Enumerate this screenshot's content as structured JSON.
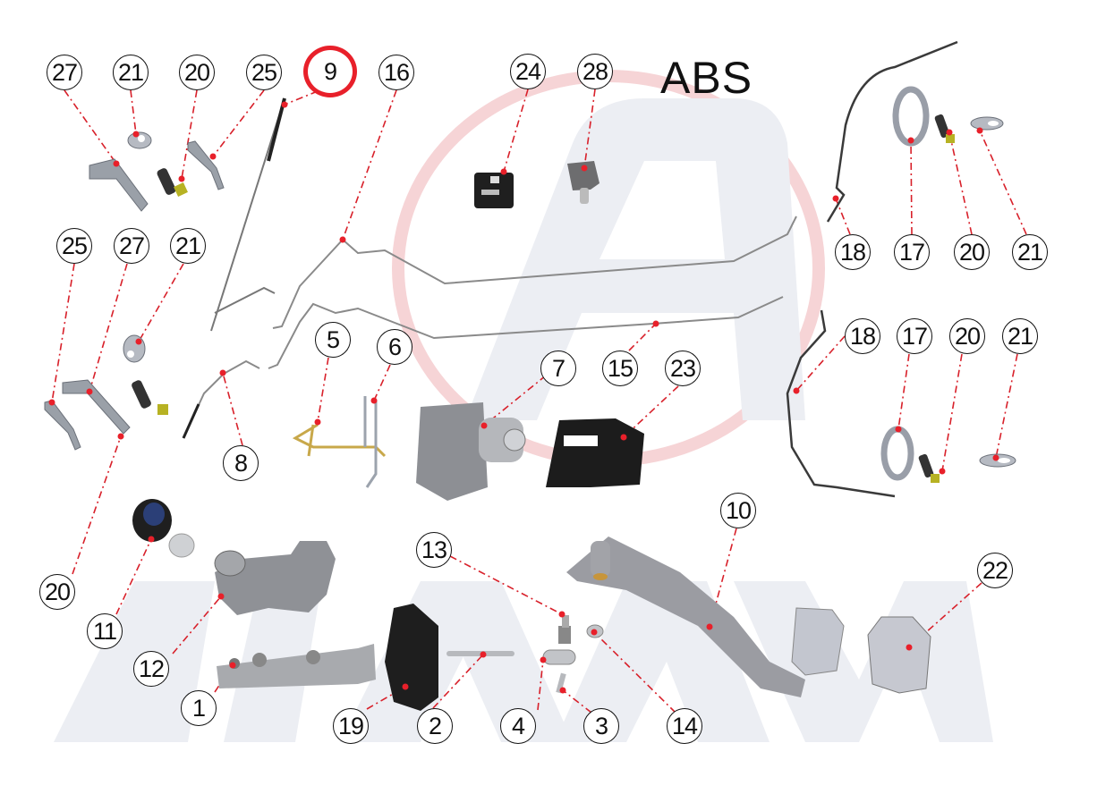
{
  "diagram": {
    "title": "ABS",
    "watermark_text": "AIXAM",
    "colors": {
      "leader_line": "#d8202a",
      "highlight_ring": "#e8202a",
      "watermark_gray": "#e9eaf0",
      "watermark_red": "#f6d4d6",
      "callout_border": "#111111"
    },
    "highlighted_part": "9",
    "callouts": [
      {
        "id": "c27a",
        "label": "27"
      },
      {
        "id": "c21a",
        "label": "21"
      },
      {
        "id": "c20a",
        "label": "20"
      },
      {
        "id": "c25a",
        "label": "25"
      },
      {
        "id": "c9",
        "label": "9"
      },
      {
        "id": "c16",
        "label": "16"
      },
      {
        "id": "c24",
        "label": "24"
      },
      {
        "id": "c28",
        "label": "28"
      },
      {
        "id": "c18a",
        "label": "18"
      },
      {
        "id": "c17a",
        "label": "17"
      },
      {
        "id": "c20b",
        "label": "20"
      },
      {
        "id": "c21b",
        "label": "21"
      },
      {
        "id": "c25b",
        "label": "25"
      },
      {
        "id": "c27b",
        "label": "27"
      },
      {
        "id": "c21c",
        "label": "21"
      },
      {
        "id": "c5",
        "label": "5"
      },
      {
        "id": "c6",
        "label": "6"
      },
      {
        "id": "c7",
        "label": "7"
      },
      {
        "id": "c15",
        "label": "15"
      },
      {
        "id": "c23",
        "label": "23"
      },
      {
        "id": "c18b",
        "label": "18"
      },
      {
        "id": "c17b",
        "label": "17"
      },
      {
        "id": "c20c",
        "label": "20"
      },
      {
        "id": "c21d",
        "label": "21"
      },
      {
        "id": "c8",
        "label": "8"
      },
      {
        "id": "c10",
        "label": "10"
      },
      {
        "id": "c13",
        "label": "13"
      },
      {
        "id": "c22",
        "label": "22"
      },
      {
        "id": "c20d",
        "label": "20"
      },
      {
        "id": "c11",
        "label": "11"
      },
      {
        "id": "c12",
        "label": "12"
      },
      {
        "id": "c1",
        "label": "1"
      },
      {
        "id": "c19",
        "label": "19"
      },
      {
        "id": "c2",
        "label": "2"
      },
      {
        "id": "c4",
        "label": "4"
      },
      {
        "id": "c3",
        "label": "3"
      },
      {
        "id": "c14",
        "label": "14"
      }
    ],
    "parts": [
      {
        "number": "1",
        "name": "master-cylinder"
      },
      {
        "number": "2",
        "name": "pushrod-pin"
      },
      {
        "number": "3",
        "name": "clevis-pin"
      },
      {
        "number": "4",
        "name": "clevis"
      },
      {
        "number": "5",
        "name": "brass-brake-pipe"
      },
      {
        "number": "6",
        "name": "steel-brake-pipe"
      },
      {
        "number": "7",
        "name": "abs-hydraulic-unit"
      },
      {
        "number": "8",
        "name": "front-brake-line"
      },
      {
        "number": "9",
        "name": "long-brake-line"
      },
      {
        "number": "10",
        "name": "brake-pedal-arm"
      },
      {
        "number": "11",
        "name": "reservoir-cap"
      },
      {
        "number": "12",
        "name": "fluid-reservoir"
      },
      {
        "number": "13",
        "name": "pedal-stop-bolt"
      },
      {
        "number": "14",
        "name": "washer"
      },
      {
        "number": "15",
        "name": "rear-brake-line"
      },
      {
        "number": "16",
        "name": "upper-brake-line"
      },
      {
        "number": "17",
        "name": "abs-tone-ring"
      },
      {
        "number": "18",
        "name": "flexible-brake-hose"
      },
      {
        "number": "19",
        "name": "brake-booster-plate"
      },
      {
        "number": "20",
        "name": "wheel-speed-sensor"
      },
      {
        "number": "21",
        "name": "sensor-bracket-clip"
      },
      {
        "number": "22",
        "name": "pedal-pad-rubber"
      },
      {
        "number": "23",
        "name": "abs-mounting-bracket"
      },
      {
        "number": "24",
        "name": "abs-control-module"
      },
      {
        "number": "25",
        "name": "bent-bracket"
      },
      {
        "number": "27",
        "name": "flat-bracket"
      },
      {
        "number": "28",
        "name": "cable-clip"
      }
    ]
  }
}
